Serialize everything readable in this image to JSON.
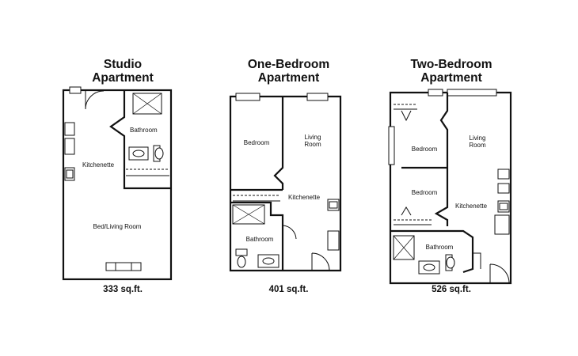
{
  "plans": [
    {
      "title_line1": "Studio",
      "title_line2": "Apartment",
      "area": "333 sq.ft.",
      "rooms": {
        "bathroom": "Bathroom",
        "kitchenette": "Kitchenette",
        "bed_living": "Bed/Living Room"
      }
    },
    {
      "title_line1": "One-Bedroom",
      "title_line2": "Apartment",
      "area": "401 sq.ft.",
      "rooms": {
        "bedroom": "Bedroom",
        "living_line1": "Living",
        "living_line2": "Room",
        "kitchenette": "Kitchenette",
        "bathroom": "Bathroom"
      }
    },
    {
      "title_line1": "Two-Bedroom",
      "title_line2": "Apartment",
      "area": "526 sq.ft.",
      "rooms": {
        "bedroom_1": "Bedroom",
        "bedroom_2": "Bedroom",
        "living_line1": "Living",
        "living_line2": "Room",
        "kitchenette": "Kitchenette",
        "bathroom": "Bathroom"
      }
    }
  ]
}
